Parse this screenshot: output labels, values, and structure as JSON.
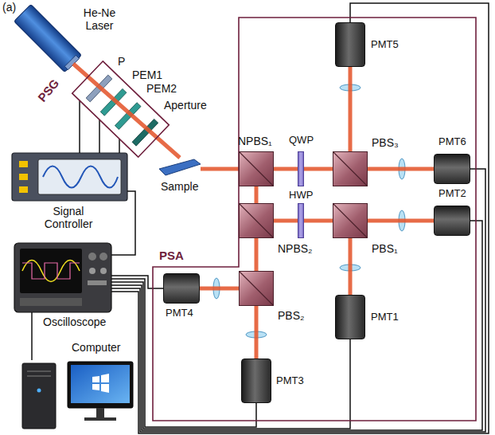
{
  "diagram": {
    "nodes": [
      {
        "text": [
          "He-Ne Laser"
        ]
      },
      {
        "text": [
          "PSG"
        ]
      },
      {
        "text": [
          "P"
        ],
        "in": 1
      },
      {
        "text": [
          "PEM1"
        ],
        "in": 1
      },
      {
        "text": [
          "PEM2"
        ],
        "in": 1
      },
      {
        "text": [
          "Aperture"
        ],
        "in": 1
      },
      {
        "text": [
          "Sample"
        ]
      },
      {
        "text": [
          "Signal Controller"
        ]
      },
      {
        "text": [
          "Oscilloscope"
        ]
      },
      {
        "text": [
          "Computer"
        ]
      },
      {
        "text": [
          "PSA"
        ]
      },
      {
        "text": [
          "NPBS₁"
        ],
        "in": 10
      },
      {
        "text": [
          "QWP"
        ],
        "in": 10
      },
      {
        "text": [
          "PBS₃"
        ],
        "in": 10
      },
      {
        "text": [
          "PMT5"
        ],
        "in": 10
      },
      {
        "text": [
          "PMT6"
        ],
        "in": 10
      },
      {
        "text": [
          "NPBS₂"
        ],
        "in": 10
      },
      {
        "text": [
          "HWP"
        ],
        "in": 10
      },
      {
        "text": [
          "PBS₁"
        ],
        "in": 10
      },
      {
        "text": [
          "PMT2"
        ],
        "in": 10
      },
      {
        "text": [
          "PMT1"
        ],
        "in": 10
      },
      {
        "text": [
          "PBS₂"
        ],
        "in": 10
      },
      {
        "text": [
          "PMT4"
        ],
        "in": 10
      },
      {
        "text": [
          "PMT3"
        ],
        "in": 10
      }
    ],
    "edges": [
      {
        "from": 0,
        "to": 6,
        "arrow": "none"
      },
      {
        "from": 6,
        "to": 11,
        "arrow": "none"
      },
      {
        "from": 11,
        "to": 12,
        "arrow": "none"
      },
      {
        "from": 12,
        "to": 13,
        "arrow": "none"
      },
      {
        "from": 13,
        "to": 14,
        "arrow": "none"
      },
      {
        "from": 13,
        "to": 15,
        "arrow": "none"
      },
      {
        "from": 11,
        "to": 16,
        "arrow": "none"
      },
      {
        "from": 16,
        "to": 17,
        "arrow": "none"
      },
      {
        "from": 17,
        "to": 18,
        "arrow": "none"
      },
      {
        "from": 18,
        "to": 19,
        "arrow": "none"
      },
      {
        "from": 18,
        "to": 20,
        "arrow": "none"
      },
      {
        "from": 16,
        "to": 21,
        "arrow": "none"
      },
      {
        "from": 21,
        "to": 22,
        "arrow": "none"
      },
      {
        "from": 21,
        "to": 23,
        "arrow": "none"
      },
      {
        "from": 1,
        "to": 7,
        "arrow": "none"
      },
      {
        "from": 1,
        "to": 7,
        "arrow": "none"
      },
      {
        "from": 1,
        "to": 7,
        "arrow": "none"
      },
      {
        "from": 7,
        "to": 8,
        "arrow": "none"
      },
      {
        "from": 8,
        "to": 9,
        "arrow": "none"
      },
      {
        "from": 14,
        "to": 8,
        "arrow": "none"
      },
      {
        "from": 15,
        "to": 8,
        "arrow": "none"
      },
      {
        "from": 19,
        "to": 8,
        "arrow": "none"
      },
      {
        "from": 20,
        "to": 8,
        "arrow": "none"
      },
      {
        "from": 23,
        "to": 8,
        "arrow": "none"
      },
      {
        "from": 22,
        "to": 8,
        "arrow": "none"
      }
    ],
    "labels": [
      "(a)"
    ]
  }
}
